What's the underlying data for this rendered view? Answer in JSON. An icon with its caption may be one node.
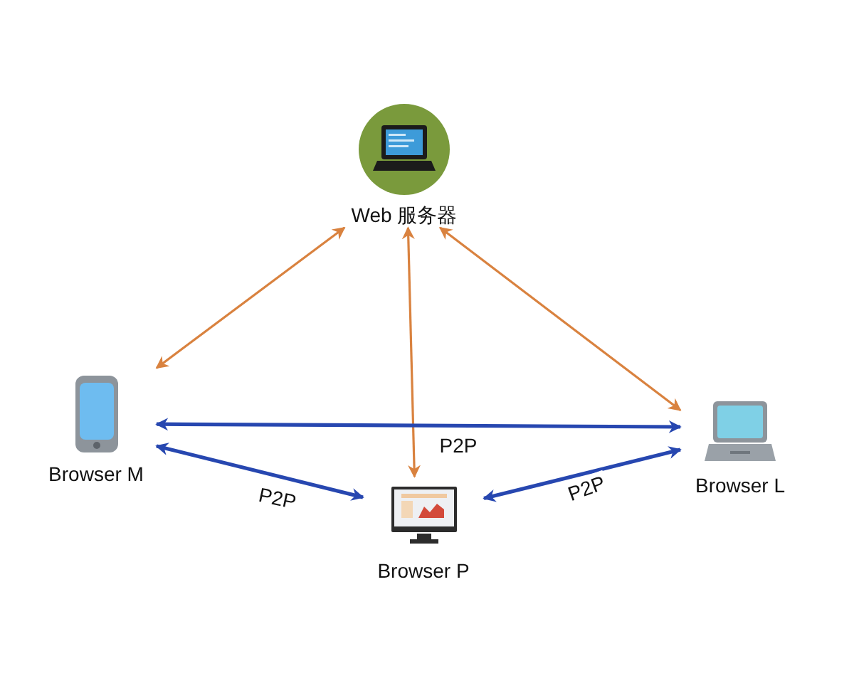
{
  "diagram": {
    "nodes": [
      {
        "text": [
          "Web 服务器"
        ]
      },
      {
        "text": [
          "Browser M"
        ]
      },
      {
        "text": [
          "Browser P"
        ]
      },
      {
        "text": [
          "Browser L"
        ]
      }
    ],
    "edges": [
      {
        "from": 0,
        "to": 1,
        "arrow": "both",
        "color": "#d9823f"
      },
      {
        "from": 0,
        "to": 2,
        "arrow": "both",
        "color": "#d9823f"
      },
      {
        "from": 0,
        "to": 3,
        "arrow": "both",
        "color": "#d9823f"
      },
      {
        "from": 1,
        "to": 3,
        "arrow": "both",
        "label": "P2P",
        "color": "#2747b0"
      },
      {
        "from": 1,
        "to": 2,
        "arrow": "both",
        "label": "P2P",
        "color": "#2747b0"
      },
      {
        "from": 2,
        "to": 3,
        "arrow": "both",
        "label": "P2P",
        "color": "#2747b0"
      }
    ]
  }
}
